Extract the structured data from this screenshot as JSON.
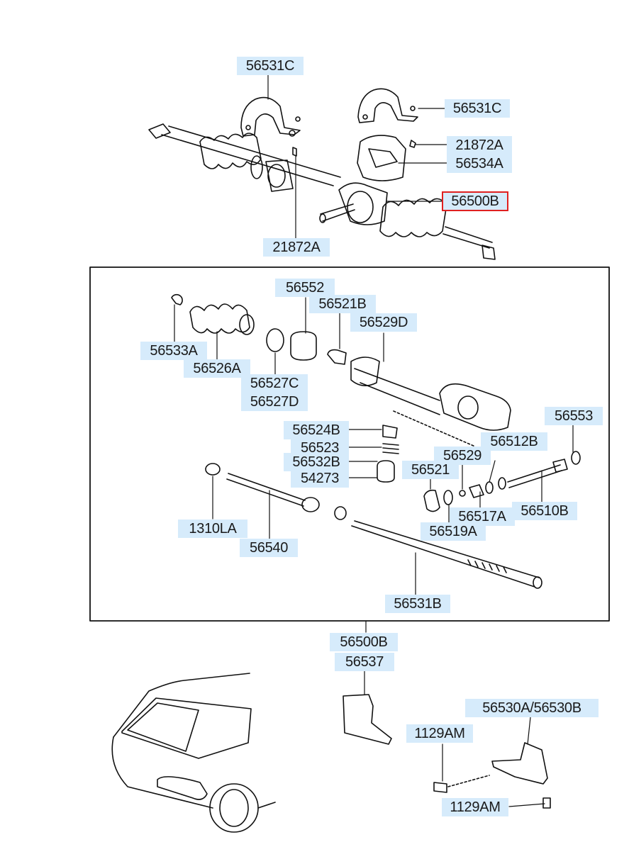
{
  "selected_part": "56500B",
  "labels": {
    "p56531C_top": "56531C",
    "p56531C_right": "56531C",
    "p21872A_right": "21872A",
    "p56534A": "56534A",
    "p56500B_top": "56500B",
    "p21872A_bottom": "21872A",
    "p56552": "56552",
    "p56521B": "56521B",
    "p56529D": "56529D",
    "p56533A": "56533A",
    "p56526A": "56526A",
    "p56527C": "56527C",
    "p56527D": "56527D",
    "p56524B": "56524B",
    "p56523": "56523",
    "p56532B": "56532B",
    "p54273": "54273",
    "p56553": "56553",
    "p56512B": "56512B",
    "p56529": "56529",
    "p56521": "56521",
    "p56517A": "56517A",
    "p56510B": "56510B",
    "p56519A": "56519A",
    "p1310LA": "1310LA",
    "p56540": "56540",
    "p56531B": "56531B",
    "p56500B_bottom": "56500B",
    "p56537": "56537",
    "p56530AB": "56530A/56530B",
    "p1129AM_top": "1129AM",
    "p1129AM_bottom": "1129AM"
  }
}
